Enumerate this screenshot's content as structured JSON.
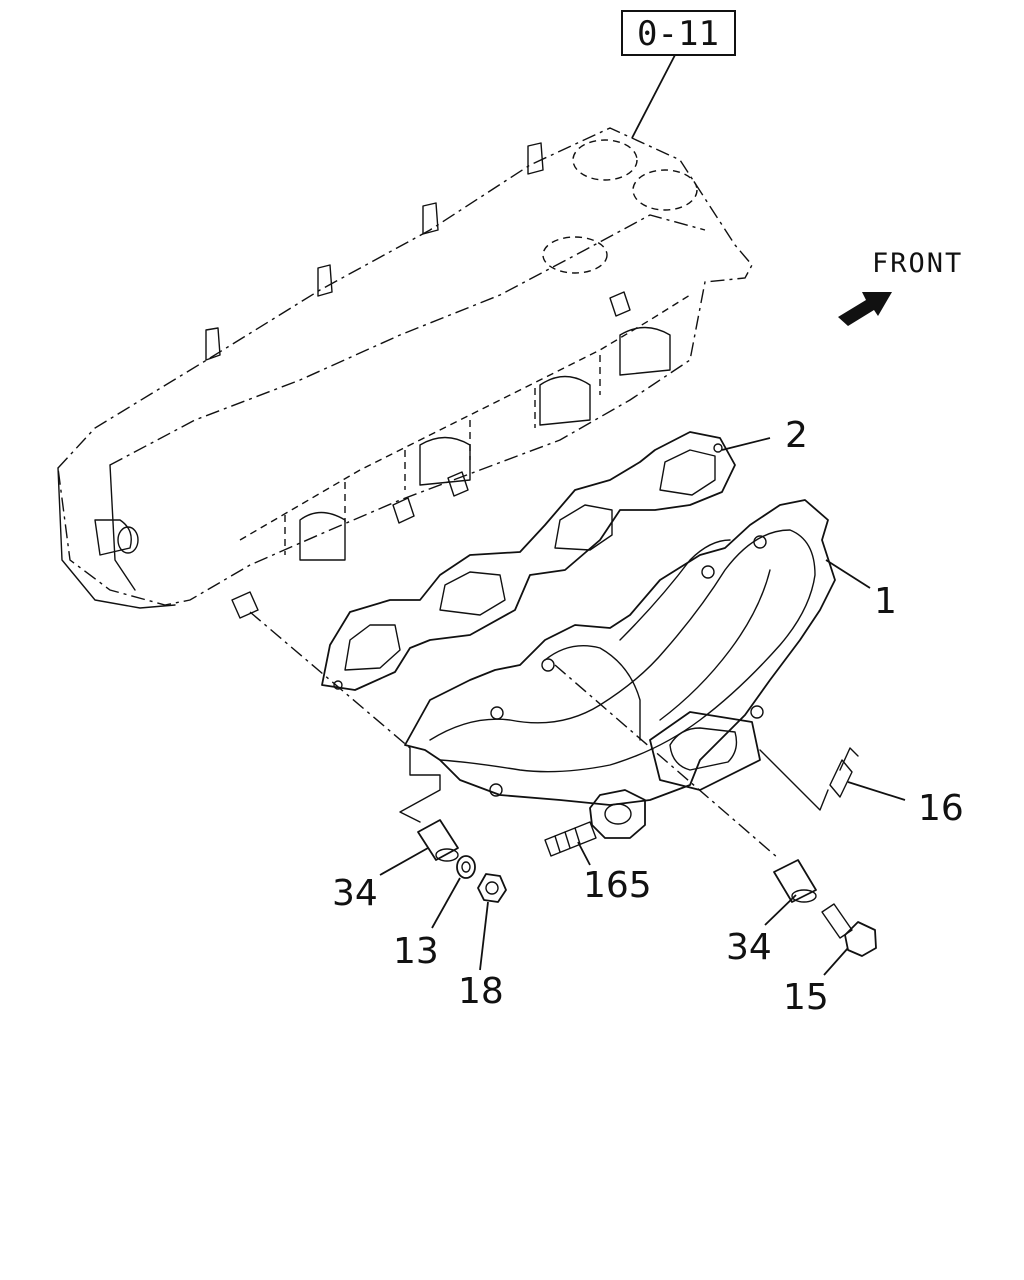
{
  "reference_box": {
    "text": "0-11"
  },
  "direction_label": {
    "text": "FRONT"
  },
  "callouts": [
    {
      "id": "callout-2",
      "text": "2"
    },
    {
      "id": "callout-1",
      "text": "1"
    },
    {
      "id": "callout-16",
      "text": "16"
    },
    {
      "id": "callout-165",
      "text": "165"
    },
    {
      "id": "callout-34-left",
      "text": "34"
    },
    {
      "id": "callout-13",
      "text": "13"
    },
    {
      "id": "callout-18",
      "text": "18"
    },
    {
      "id": "callout-34-right",
      "text": "34"
    },
    {
      "id": "callout-15",
      "text": "15"
    }
  ]
}
